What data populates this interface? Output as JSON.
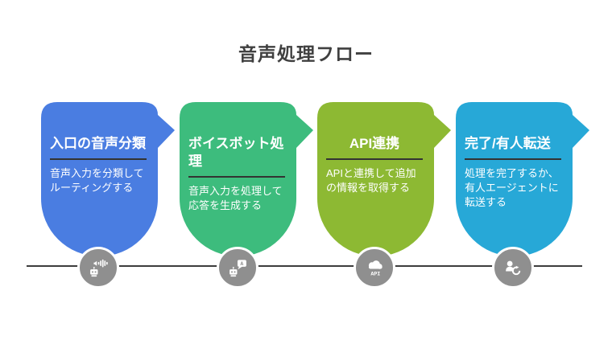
{
  "page": {
    "title": "音声処理フロー"
  },
  "colors": {
    "background": "#ffffff",
    "page_title": "#404040",
    "timeline": "#3d3d3d",
    "divider": "#333333",
    "node_circle": "#8f8f8f",
    "node_ring": "#ffffff",
    "card_text": "#ffffff"
  },
  "flow": {
    "steps": [
      {
        "title": "入口の音声分類",
        "description": "音声入力を分類して\nルーティングする",
        "color": "#4a7de1",
        "icon": "voice-classification-icon"
      },
      {
        "title": "ボイスボット処\n理",
        "description": "音声入力を処理して\n応答を生成する",
        "color": "#3dbc7d",
        "icon": "voicebot-chat-icon",
        "icon_text": "A"
      },
      {
        "title": "API連携",
        "description": "APIと連携して追加\nの情報を取得する",
        "color": "#8db933",
        "icon": "api-cloud-icon",
        "icon_text": "API"
      },
      {
        "title": "完了/有人転送",
        "description": "処理を完了するか、\n有人エージェントに\n転送する",
        "color": "#27a8d7",
        "icon": "human-transfer-icon"
      }
    ]
  }
}
